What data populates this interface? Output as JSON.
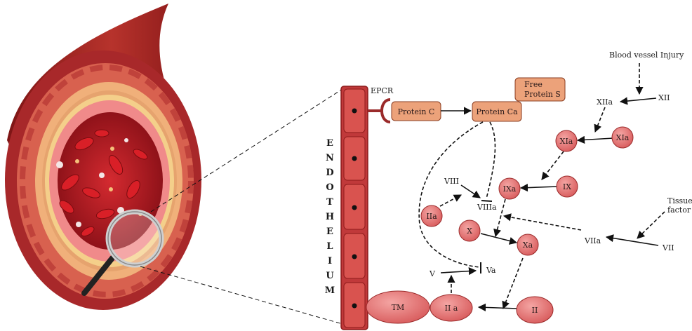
{
  "endothelium_letters": [
    "E",
    "N",
    "D",
    "O",
    "T",
    "H",
    "E",
    "L",
    "I",
    "U",
    "M"
  ],
  "labels": {
    "epcr": "EPCR",
    "protein_c": "Protein C",
    "protein_ca": "Protein Ca",
    "free_protein_s_line1": "Free",
    "free_protein_s_line2": "Protein S",
    "blood_vessel_injury": "Blood vessel Injury",
    "xiia": "XIIa",
    "xii": "XII",
    "xia_1": "XIa",
    "xia_2": "XIa",
    "ixa": "IXa",
    "ix": "IX",
    "viii": "VIII",
    "viiia": "VIIIa",
    "iia": "IIa",
    "tissue_factor_line1": "Tissue",
    "tissue_factor_line2": "factor",
    "x": "X",
    "xa": "Xa",
    "viia": "VIIa",
    "vii": "VII",
    "v": "V",
    "va": "Va",
    "tm": "TM",
    "iia_bottom": "II a",
    "ii": "II"
  },
  "colors": {
    "vessel_dark": "#8e1b1b",
    "vessel_mid": "#b8322b",
    "vessel_light": "#d2564a",
    "fat_layer": "#f0b07a",
    "lumen": "#b01d24",
    "cell_fill": "#d9534f",
    "cell_stroke": "#8e1b1b",
    "node_fill": "#e8797a",
    "node_stroke": "#9a2a2a",
    "box_fill": "#eca27a",
    "box_stroke": "#8a3c20"
  }
}
